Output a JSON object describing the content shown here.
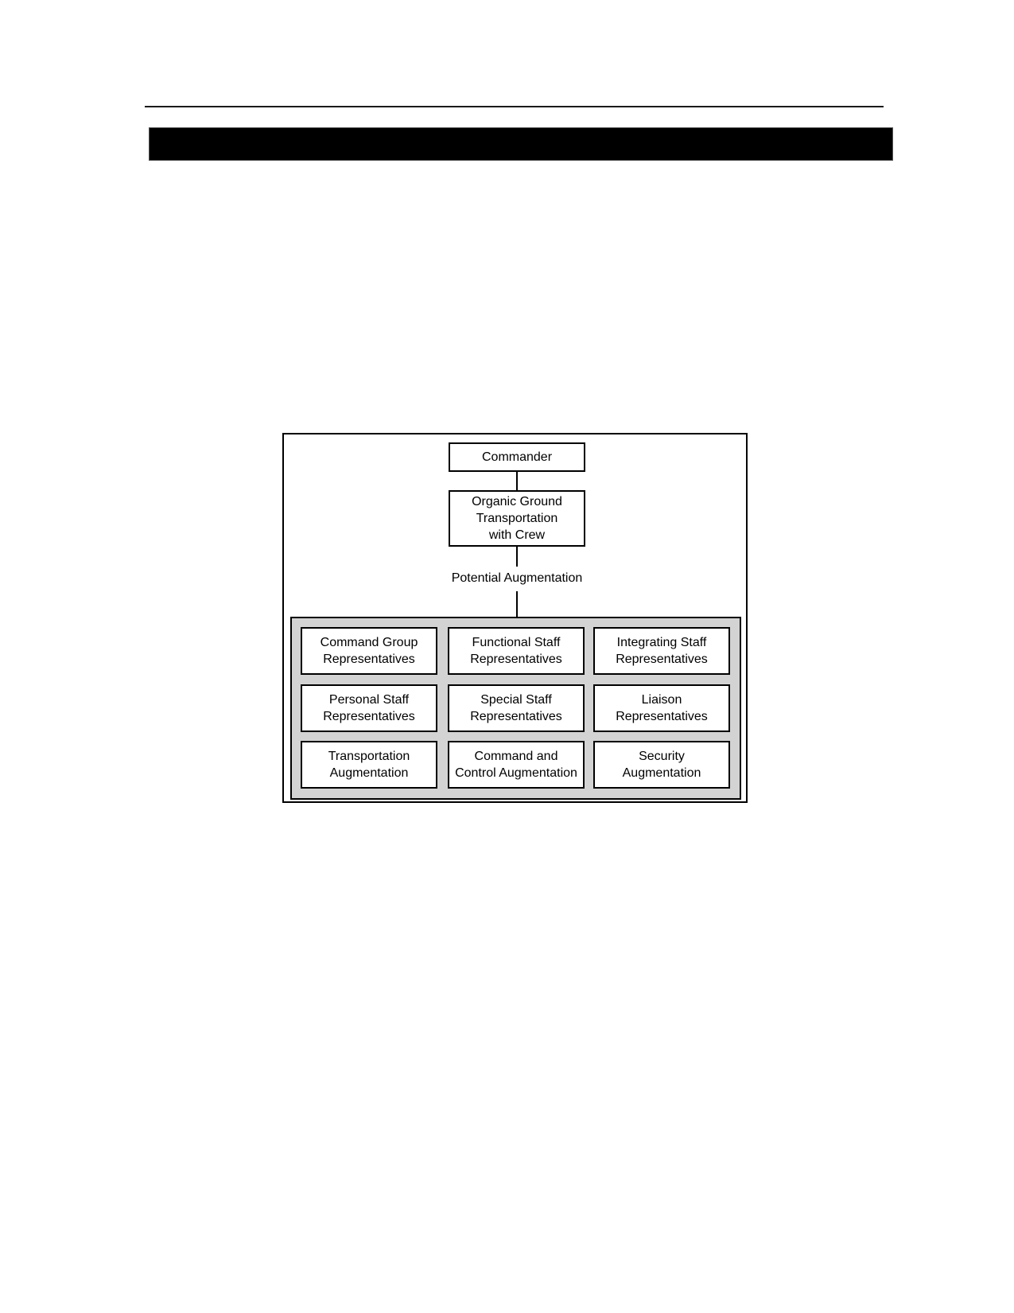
{
  "diagram": {
    "top_node": "Commander",
    "second_node": "Organic Ground\nTransportation\nwith Crew",
    "augmentation_label": "Potential Augmentation",
    "augmentation_items": [
      "Command Group\nRepresentatives",
      "Functional Staff\nRepresentatives",
      "Integrating Staff\nRepresentatives",
      "Personal Staff\nRepresentatives",
      "Special Staff\nRepresentatives",
      "Liaison\nRepresentatives",
      "Transportation\nAugmentation",
      "Command and\nControl Augmentation",
      "Security\nAugmentation"
    ],
    "group_fill_color": "#d3d3d4"
  }
}
